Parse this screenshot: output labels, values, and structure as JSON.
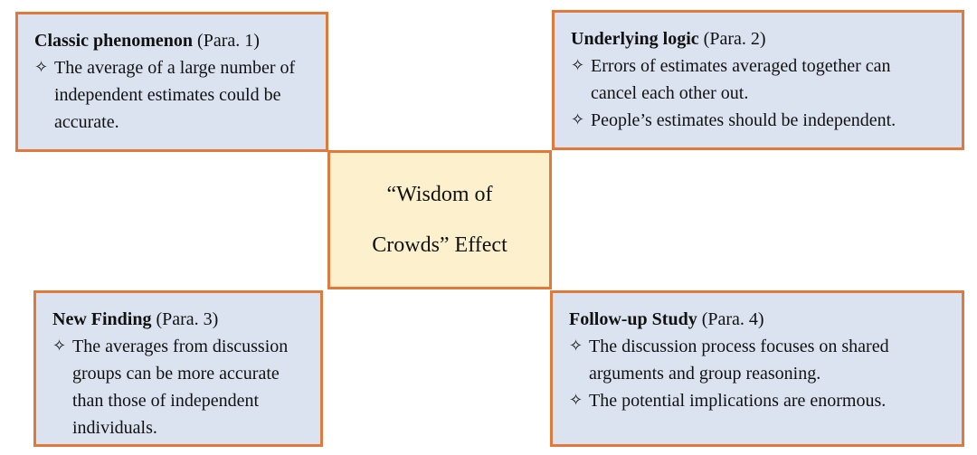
{
  "center": {
    "line1": "“Wisdom of",
    "line2": "Crowds” Effect"
  },
  "boxes": {
    "top_left": {
      "title": "Classic phenomenon",
      "para": "(Para. 1)",
      "bullets": [
        "The average of a large number of independent estimates could be accurate."
      ]
    },
    "top_right": {
      "title": "Underlying logic",
      "para": "(Para. 2)",
      "bullets": [
        "Errors of estimates averaged together can cancel each other out.",
        "People’s estimates should be independent."
      ]
    },
    "bottom_left": {
      "title": "New Finding",
      "para": "(Para. 3)",
      "bullets": [
        "The averages from discussion groups can be more accurate than those of independent individuals."
      ]
    },
    "bottom_right": {
      "title": "Follow-up Study",
      "para": "(Para. 4)",
      "bullets": [
        "The discussion process focuses on shared arguments and group reasoning.",
        "The potential implications are enormous."
      ]
    }
  },
  "icons": {
    "bullet": "four-pointed-star-icon"
  },
  "colors": {
    "box_fill": "#dce3f0",
    "center_fill": "#fdf0cc",
    "border": "#e07a3c"
  }
}
